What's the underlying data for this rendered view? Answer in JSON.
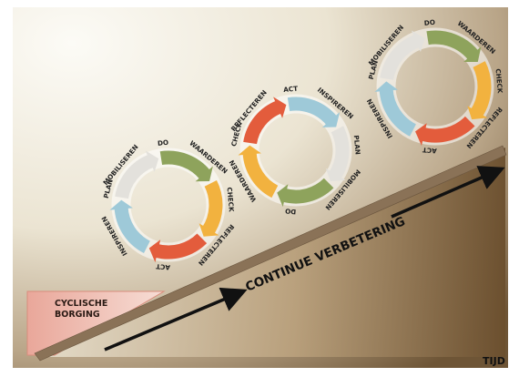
{
  "diagram": {
    "baseline_label": "CYCLISCHE BORGING",
    "baseline_label_lines": [
      "CYCLISCHE",
      "BORGING"
    ],
    "arrow_label": "CONTINUE  VERBETERING",
    "time_label": "TIJD",
    "colors": {
      "background_light": "#fbf9f2",
      "background_dark": "#6e5536",
      "ramp": "#8a7257",
      "borging_fill": "#e9a79a",
      "arrow": "#111111",
      "plan": "#9ec9d8",
      "do": "#8ea35c",
      "check": "#f2b23f",
      "act": "#e35c3c",
      "neutral": "#e3e1dc"
    },
    "cycles": [
      {
        "labels": [
          "MOBILISEREN",
          "DO",
          "WAARDEREN",
          "CHECK",
          "REFLECTEREN",
          "ACT",
          "INSPIREREN",
          "PLAN"
        ]
      },
      {
        "labels": [
          "REFLECTEREN",
          "ACT",
          "INSPIREREN",
          "PLAN",
          "MOBILISEREN",
          "DO",
          "WAARDEREN",
          "CHECK"
        ]
      },
      {
        "labels": [
          "MOBILISEREN",
          "DO",
          "WAARDEREN",
          "CHECK",
          "REFLECTEREN",
          "ACT",
          "INSPIREREN",
          "PLAN"
        ]
      }
    ]
  }
}
